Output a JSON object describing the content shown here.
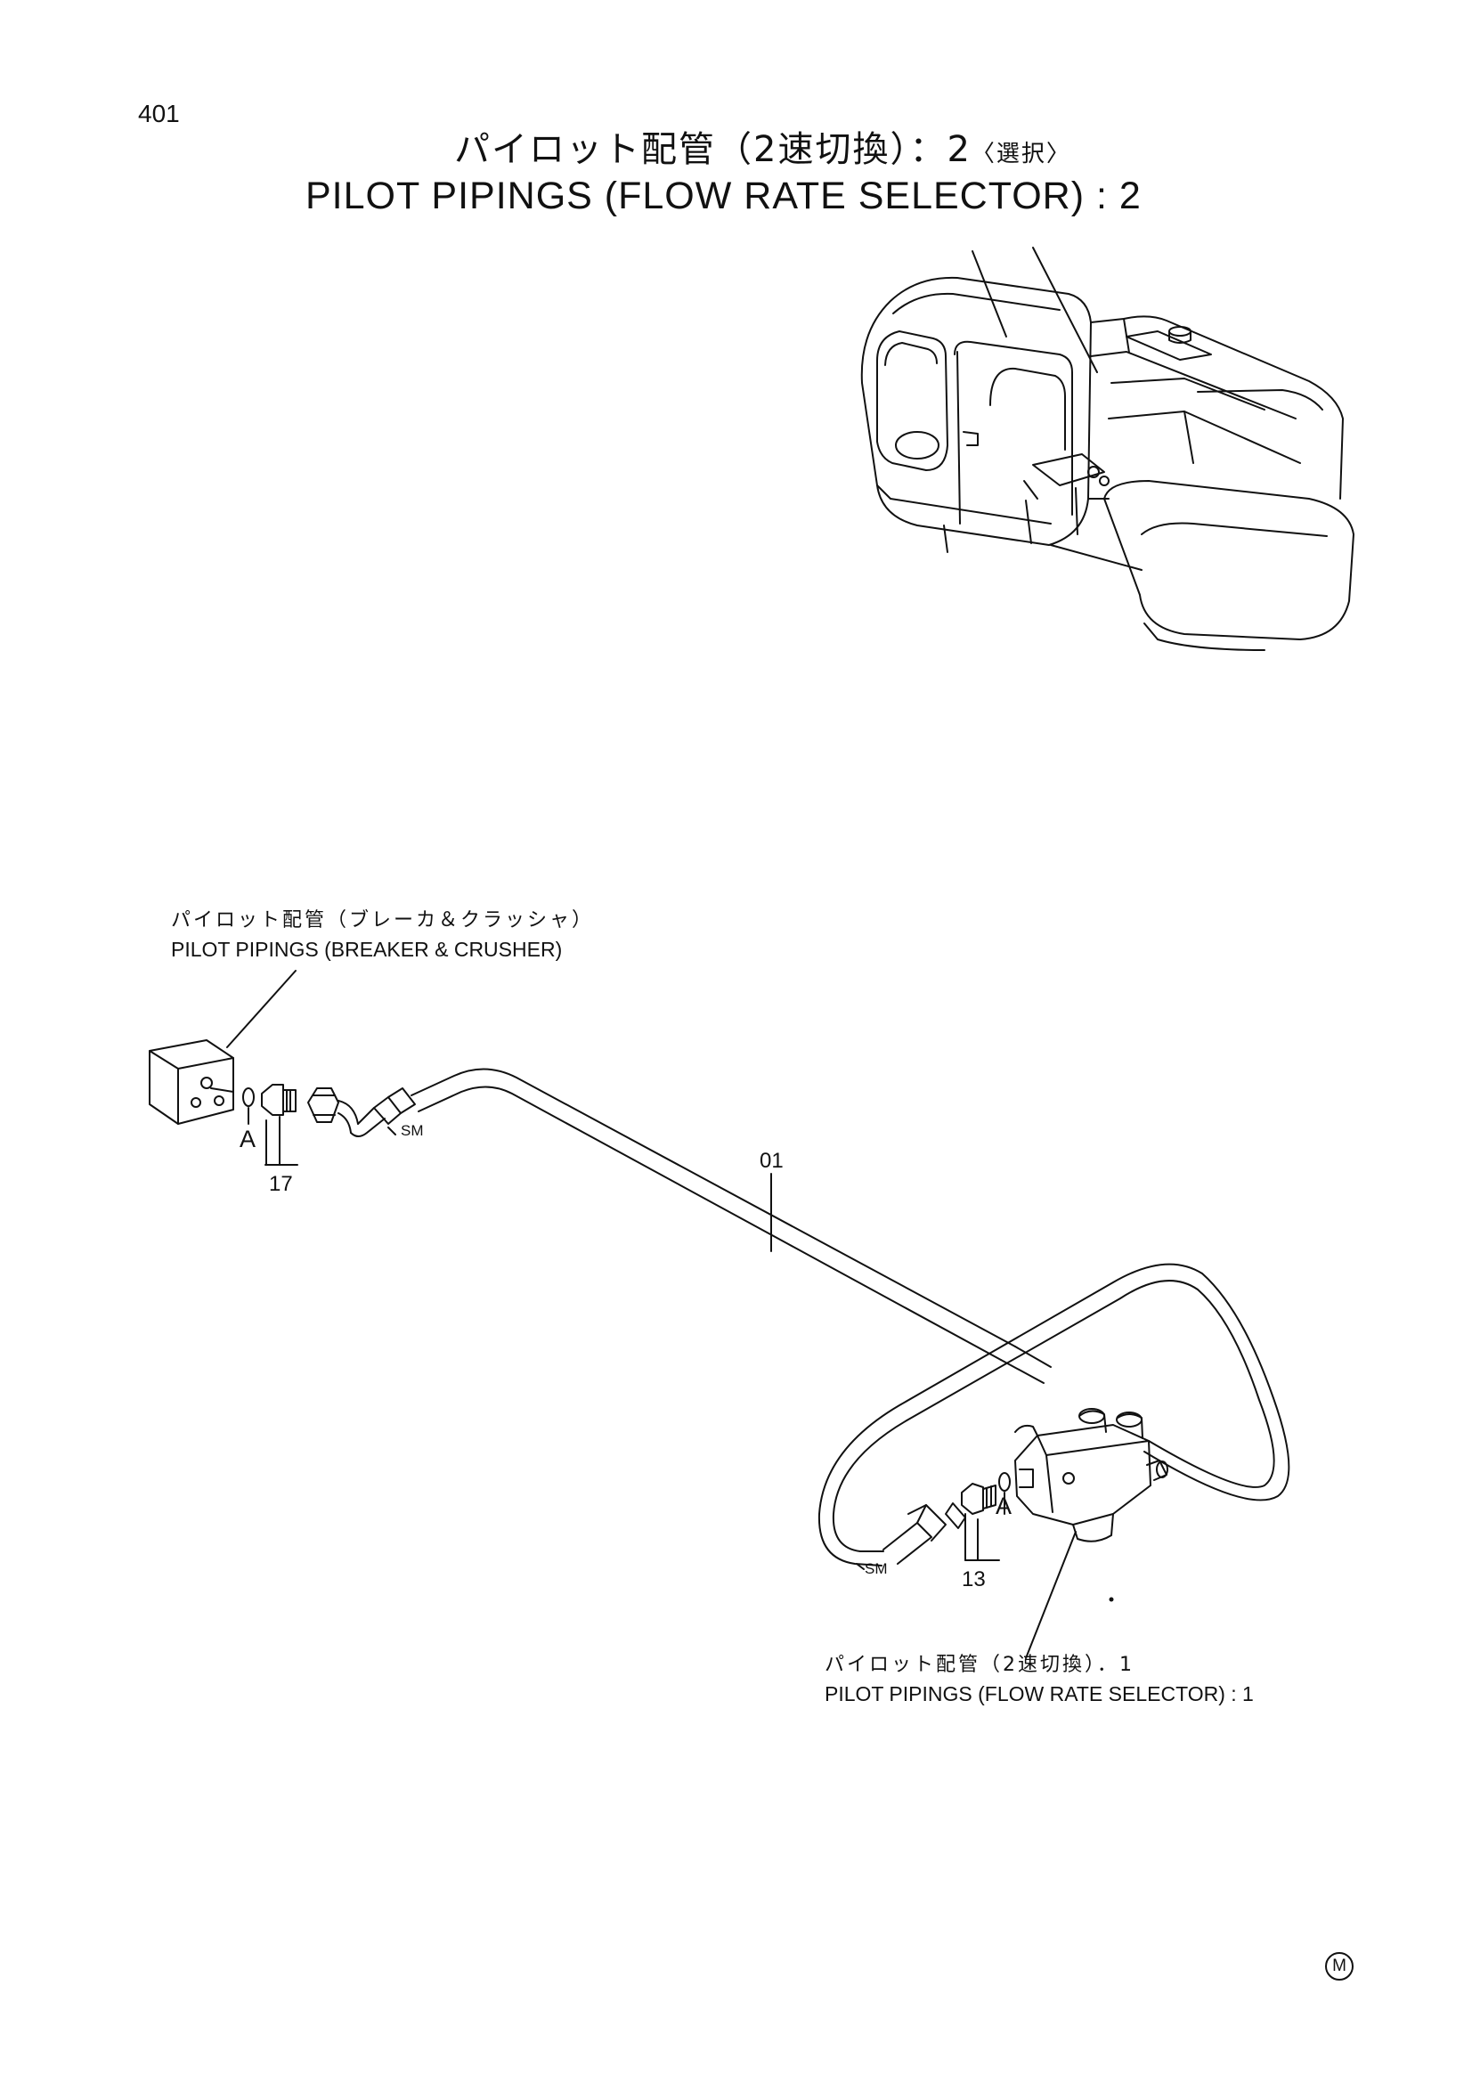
{
  "page_number": "401",
  "title_jp": "パイロット配管（2速切換）：2",
  "title_jp_sub": "〈選択〉",
  "title_en": "PILOT PIPINGS (FLOW RATE SELECTOR) : 2",
  "callouts": {
    "breaker_jp": "パイロット配管（ブレーカ＆クラッシャ）",
    "breaker_en": "PILOT PIPINGS (BREAKER & CRUSHER)",
    "selector_jp": "パイロット配管（2速切換）．1",
    "selector_en": "PILOT PIPINGS (FLOW RATE SELECTOR) : 1"
  },
  "part_labels": {
    "hose": "01",
    "adapter_left": "17",
    "adapter_right": "13",
    "oring_left": "A",
    "oring_right": "A",
    "sm_left": "SM",
    "sm_right": "SM"
  },
  "footer_marker": "M"
}
